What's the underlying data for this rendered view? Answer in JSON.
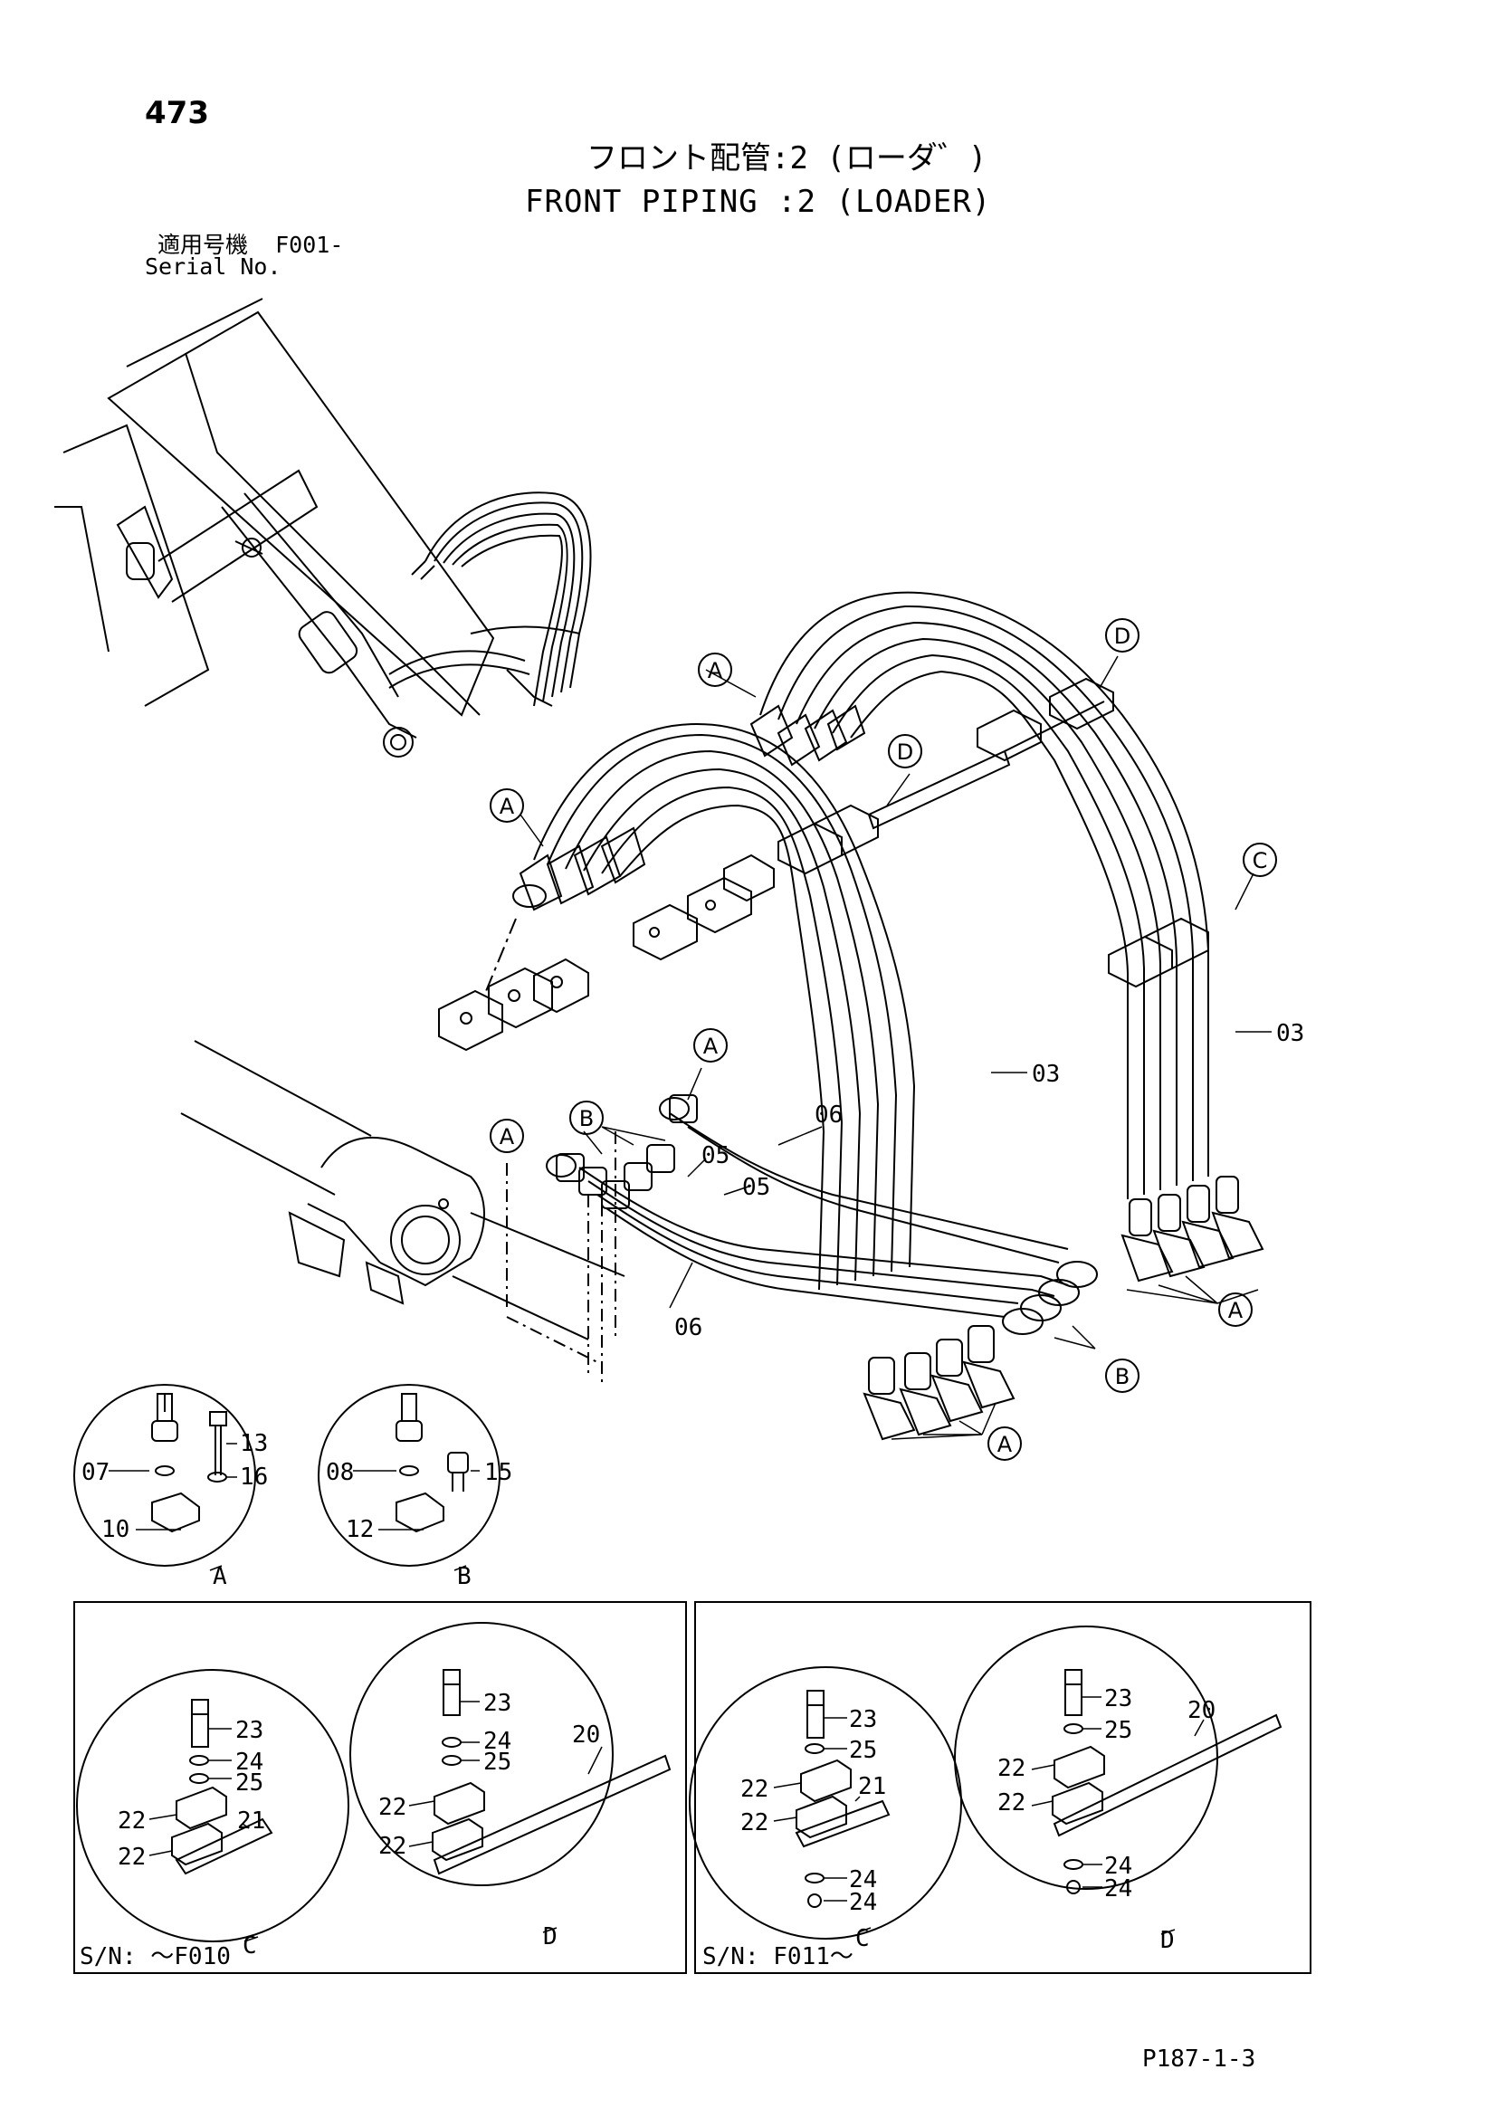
{
  "header": {
    "page_number": "473",
    "title_jp": "フロント配管:2 (ローダ゛)",
    "title_en": "FRONT PIPING :2 (LOADER)",
    "serial_label_jp": "適用号機",
    "serial_value": "F001-",
    "serial_label_en": "Serial No."
  },
  "callouts": {
    "part_03": "03",
    "part_05": "05",
    "part_06": "06",
    "part_07": "07",
    "part_08": "08",
    "part_10": "10",
    "part_12": "12",
    "part_13": "13",
    "part_15": "15",
    "part_16": "16",
    "part_20": "20",
    "part_21": "21",
    "part_22": "22",
    "part_23": "23",
    "part_24": "24",
    "part_25": "25"
  },
  "detail_labels": {
    "a": "A",
    "b": "B",
    "c": "C",
    "d": "D"
  },
  "bottom_panels": [
    {
      "serial_range": "S/N: ～F010"
    },
    {
      "serial_range": "S/N: F011～"
    }
  ],
  "footer": {
    "page_ref": "P187-1-3"
  }
}
